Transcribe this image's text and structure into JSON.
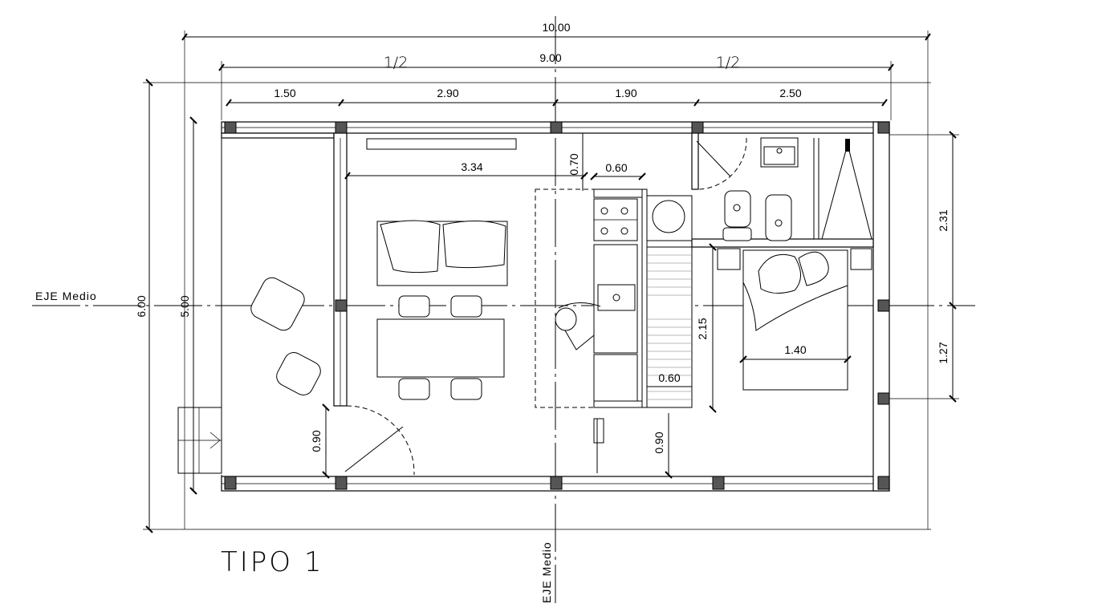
{
  "plan": {
    "title": "TIPO 1",
    "axis_horizontal_label": "EJE Medio",
    "axis_vertical_label": "EJE Medio",
    "overall_width": "10.00",
    "inner_width": "9.00",
    "half_left": "1/2",
    "half_right": "1/2",
    "overall_height": "6.00",
    "inner_height": "5.00",
    "segments": [
      "1.50",
      "2.90",
      "1.90",
      "2.50"
    ],
    "living_length": "3.34",
    "kitchen_offset": "0.70",
    "kitchen_counter": "0.60",
    "closet_width": "0.60",
    "hall_length": "2.15",
    "bed_width": "1.40",
    "bath_height": "2.31",
    "bedroom_lower": "1.27",
    "door_left": "0.90",
    "door_right": "0.90"
  }
}
